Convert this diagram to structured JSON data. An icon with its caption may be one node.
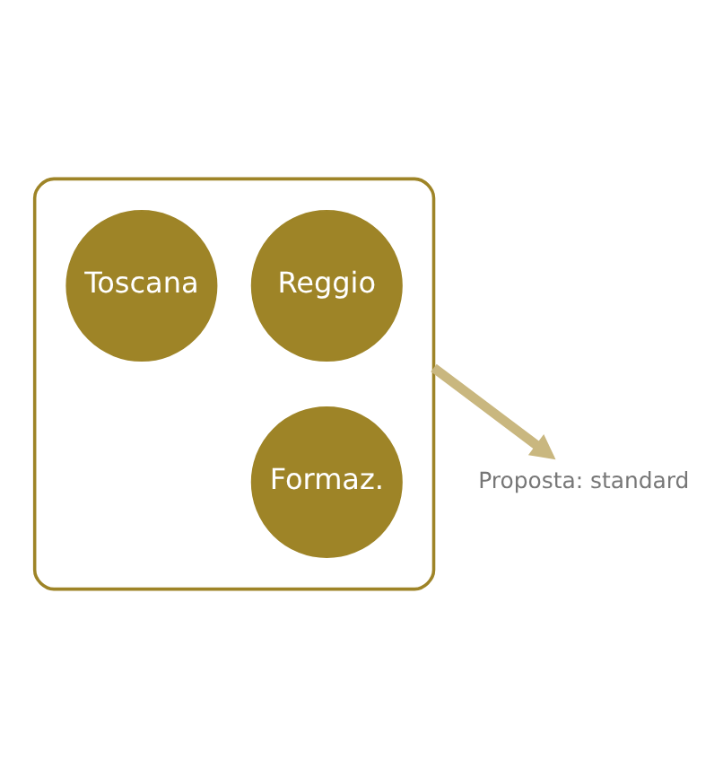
{
  "diagram": {
    "nodes": [
      {
        "text": [],
        "shape": "funnel"
      },
      {
        "text": [
          "Reggio"
        ],
        "in": 0
      },
      {
        "text": [
          "Toscana"
        ],
        "in": 0
      },
      {
        "text": [
          "Formaz."
        ],
        "in": 0
      },
      {
        "text": [
          "Proposta: standard"
        ]
      }
    ],
    "edges": [
      {
        "from": 0,
        "to": 4,
        "arrow": "to"
      }
    ]
  }
}
